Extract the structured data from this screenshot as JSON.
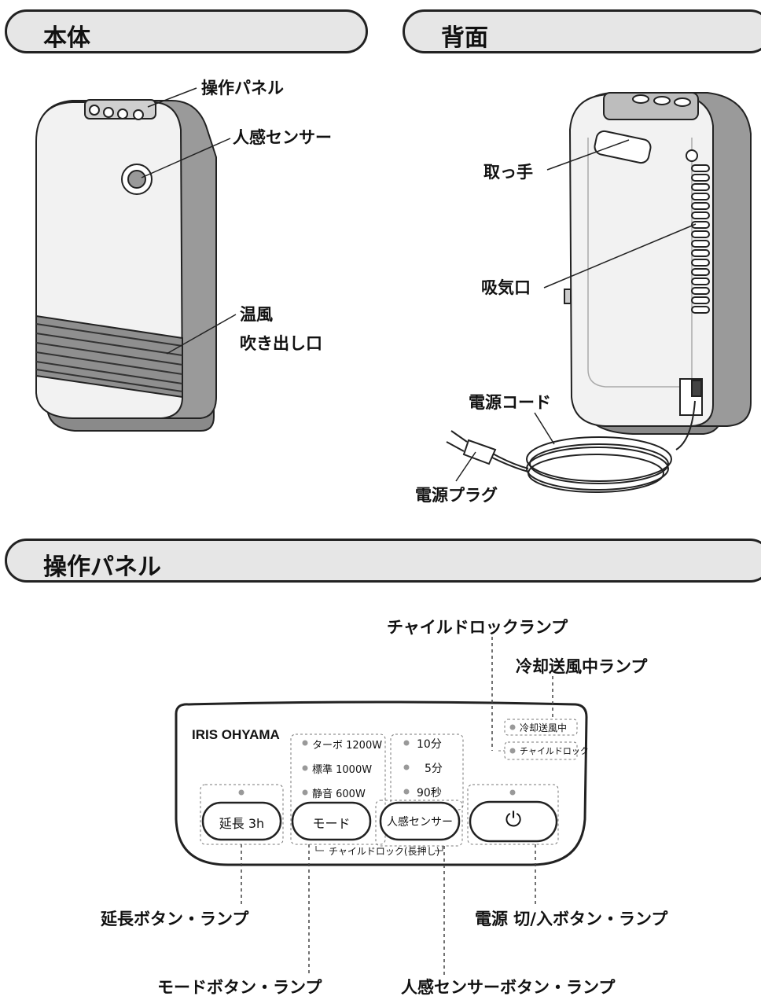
{
  "sections": {
    "main_body": "本体",
    "back": "背面",
    "panel": "操作パネル"
  },
  "main_body_labels": {
    "control_panel": "操作パネル",
    "motion_sensor": "人感センサー",
    "warm_air_outlet_line1": "温風",
    "warm_air_outlet_line2": "吹き出し口"
  },
  "back_labels": {
    "handle": "取っ手",
    "intake": "吸気口",
    "power_cord": "電源コード",
    "power_plug": "電源プラグ"
  },
  "panel": {
    "brand": "IRIS OHYAMA",
    "mode_options": [
      "ターボ 1200W",
      "標準 1000W",
      "静音 600W"
    ],
    "sensor_options": [
      "10分",
      "5分",
      "90秒"
    ],
    "status_lamps": [
      "冷却送風中",
      "チャイルドロック"
    ],
    "buttons": {
      "extend": "延長 3h",
      "mode": "モード",
      "sensor": "人感センサー",
      "power": "⏻"
    },
    "child_lock_note": "チャイルドロック(長押し)"
  },
  "panel_callouts": {
    "child_lock_lamp": "チャイルドロックランプ",
    "cooling_lamp": "冷却送風中ランプ",
    "extend_button_lamp": "延長ボタン・ランプ",
    "power_button_lamp": "電源 切/入ボタン・ランプ",
    "mode_button_lamp": "モードボタン・ランプ",
    "sensor_button_lamp": "人感センサーボタン・ランプ"
  },
  "colors": {
    "header_fill": "#e6e6e6",
    "device_body": "#f2f2f2",
    "device_side": "#9a9a9a",
    "outline": "#222222"
  }
}
